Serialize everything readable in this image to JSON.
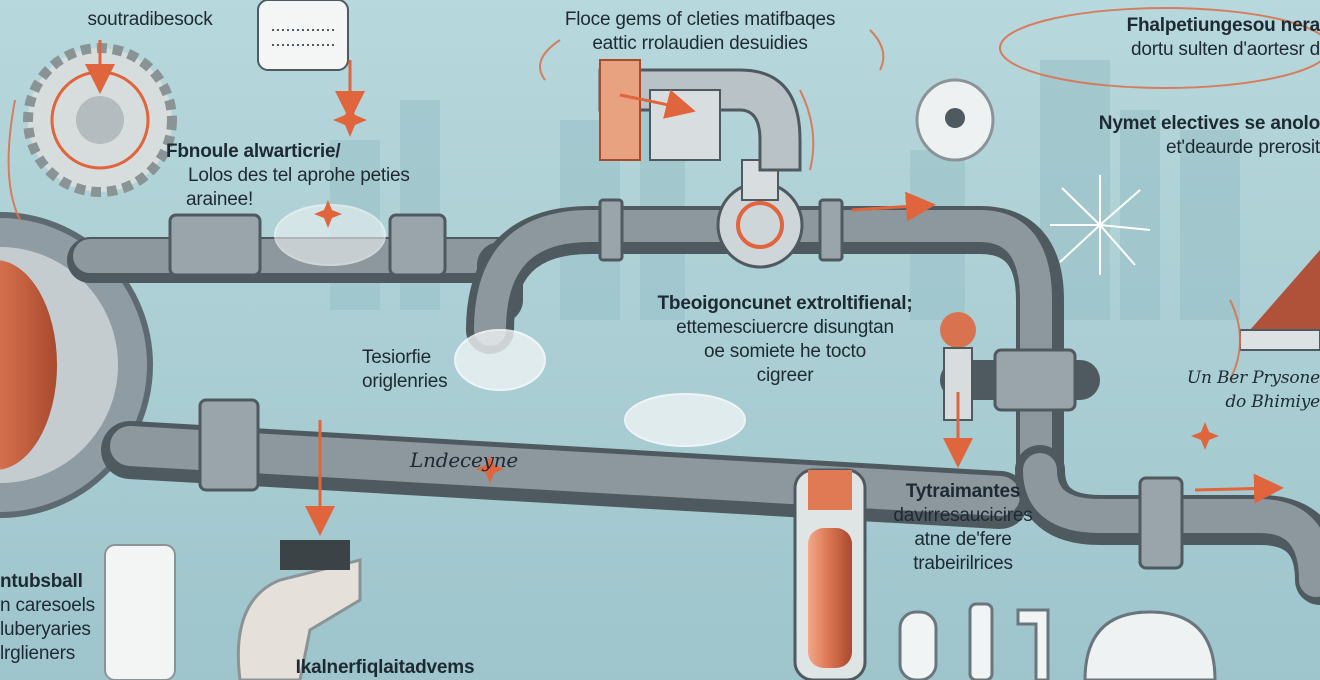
{
  "labels": {
    "top_left": {
      "line1": "soutradibesock"
    },
    "top_center": {
      "title": "Floce gems of cleties matifbaqes",
      "line1": "eattic rrolaudien desuidies"
    },
    "top_right": {
      "title": "Fhalpetiungesou nera",
      "line1": "dortu sulten d'aortesr d"
    },
    "mid_right": {
      "title": "Nymet electives se anolo",
      "line1": "et'deaurde prerosit"
    },
    "left_mid": {
      "title": "Fbnoule alwarticrie/",
      "line1": "Lolos des tel aprohe peties",
      "line2": "arainee!"
    },
    "center": {
      "title": "Tbeoigoncunet extroltifienal;",
      "line1": "ettemesciuercre disungtan",
      "line2": "oe somiete he tocto",
      "line3": "cigreer"
    },
    "center_left": {
      "line1": "Tesiorfie",
      "line2": "origlenries"
    },
    "script": {
      "line1": "Lndeceyne"
    },
    "right_script": {
      "line1": "Un Ber Prysone",
      "line2": "do Bhimiye"
    },
    "lower_right": {
      "title": "Tytraimantes",
      "line1": "davirresaucicires",
      "line2": "atne de'fere",
      "line3": "trabeirilrices"
    },
    "bottom_left": {
      "title": "ntubsball",
      "line1": "n caresoels",
      "line2": "luberyaries",
      "line3": "lrglieners"
    },
    "bottom_center": {
      "title": "Ikalnerfiqlaitadvems"
    }
  },
  "colors": {
    "background": "#a9cdd3",
    "pipe": "#7e8b93",
    "pipe_dark": "#4f5960",
    "accent_arrow": "#e0643c",
    "coral": "#d9734f",
    "text": "#1e2a33"
  },
  "icons": [
    "gear-icon",
    "pressure-gauge-icon",
    "valve-icon",
    "flow-arrow-icon",
    "faucet-icon",
    "filter-cartridge-icon",
    "burst-icon"
  ]
}
